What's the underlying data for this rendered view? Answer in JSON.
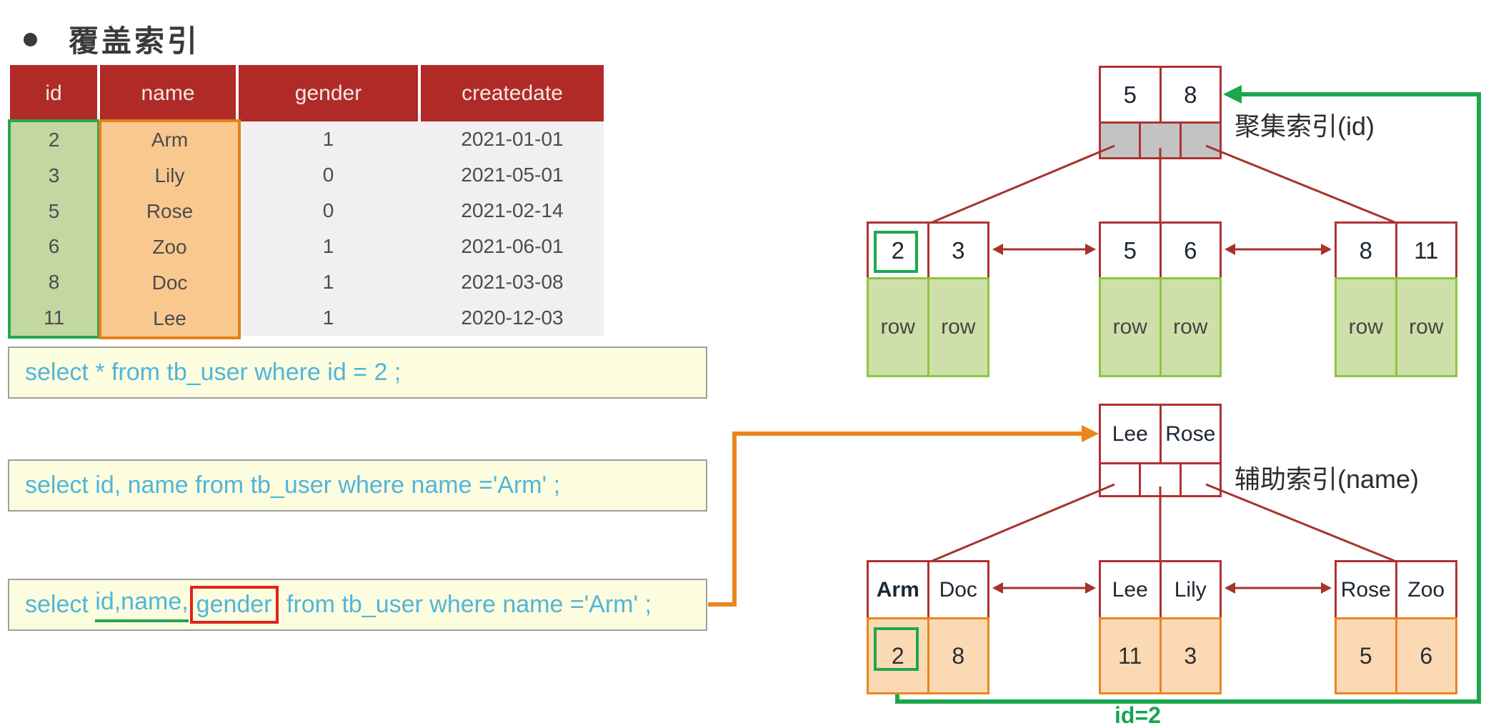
{
  "slide": {
    "title": "覆盖索引"
  },
  "table": {
    "headers": [
      "id",
      "name",
      "gender",
      "createdate"
    ],
    "rows": [
      [
        "2",
        "Arm",
        "1",
        "2021-01-01"
      ],
      [
        "3",
        "Lily",
        "0",
        "2021-05-01"
      ],
      [
        "5",
        "Rose",
        "0",
        "2021-02-14"
      ],
      [
        "6",
        "Zoo",
        "1",
        "2021-06-01"
      ],
      [
        "8",
        "Doc",
        "1",
        "2021-03-08"
      ],
      [
        "11",
        "Lee",
        "1",
        "2020-12-03"
      ]
    ]
  },
  "queries": {
    "q1": "select * from tb_user where id = 2 ;",
    "q2": "select id, name from tb_user where name ='Arm' ;",
    "q3_pre": "select ",
    "q3_underlined": "id,name,",
    "q3_boxed": "gender",
    "q3_post": " from tb_user where name ='Arm' ;"
  },
  "clustered_index": {
    "label": "聚集索引(id)",
    "root_keys": [
      "5",
      "8"
    ],
    "leaves": [
      {
        "keys": [
          "2",
          "3"
        ],
        "values": [
          "row",
          "row"
        ]
      },
      {
        "keys": [
          "5",
          "6"
        ],
        "values": [
          "row",
          "row"
        ]
      },
      {
        "keys": [
          "8",
          "11"
        ],
        "values": [
          "row",
          "row"
        ]
      }
    ]
  },
  "secondary_index": {
    "label": "辅助索引(name)",
    "root_keys": [
      "Lee",
      "Rose"
    ],
    "leaves": [
      {
        "keys": [
          "Arm",
          "Doc"
        ],
        "values": [
          "2",
          "8"
        ]
      },
      {
        "keys": [
          "Lee",
          "Lily"
        ],
        "values": [
          "11",
          "3"
        ]
      },
      {
        "keys": [
          "Rose",
          "Zoo"
        ],
        "values": [
          "5",
          "6"
        ]
      }
    ]
  },
  "annotations": {
    "back_lookup": "id=2"
  },
  "colors": {
    "header_red": "#b02b27",
    "tree_red": "#b03232",
    "line_red": "#a9322b",
    "highlight_green": "#1ca94d",
    "leaf_green_fill": "#cfdfa9",
    "leaf_green_border": "#8cc63e",
    "leaf_orange_fill": "#fbd9b5",
    "leaf_orange_border": "#e8871e",
    "arrow_orange": "#e8861c",
    "sql_text_blue": "#51b5da",
    "sql_bg": "#fcfcdf",
    "id_col_fill": "#c3d7a2",
    "name_col_fill": "#f9c88f"
  }
}
